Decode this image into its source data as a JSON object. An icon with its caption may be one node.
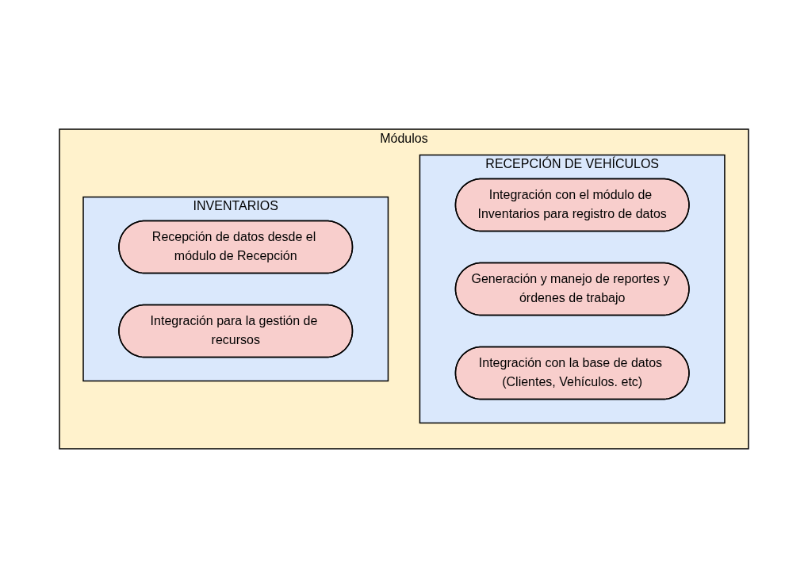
{
  "diagram": {
    "nodes": [
      {
        "text": [
          "Módulos"
        ]
      },
      {
        "text": [
          "RECEPCIÓN DE VEHÍCULOS"
        ],
        "in": 0
      },
      {
        "text": [
          "Integración con el módulo de Inventarios para registro de datos"
        ],
        "in": 1
      },
      {
        "text": [
          "Generación y manejo de reportes y órdenes de trabajo"
        ],
        "in": 1
      },
      {
        "text": [
          "Integración con la base de datos (Clientes, Vehículos. etc)"
        ],
        "in": 1
      },
      {
        "text": [
          "INVENTARIOS"
        ],
        "in": 0
      },
      {
        "text": [
          "Recepción de datos desde el módulo de Recepción"
        ],
        "in": 5
      },
      {
        "text": [
          "Integración para la gestión de recursos"
        ],
        "in": 5
      }
    ],
    "edges": []
  }
}
